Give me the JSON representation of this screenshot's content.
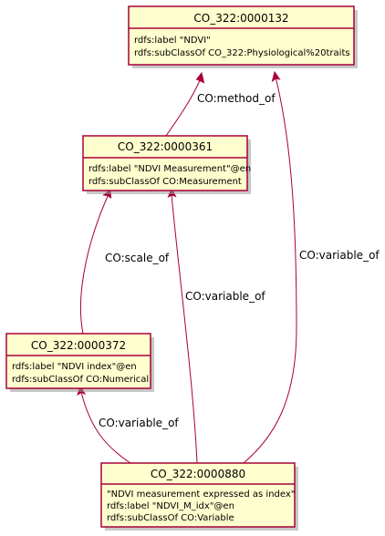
{
  "nodes": {
    "n132": {
      "title": "CO_322:0000132",
      "fields": [
        "rdfs:label \"NDVI\"",
        "rdfs:subClassOf CO_322:Physiological%20traits"
      ]
    },
    "n361": {
      "title": "CO_322:0000361",
      "fields": [
        "rdfs:label \"NDVI Measurement\"@en",
        "rdfs:subClassOf CO:Measurement"
      ]
    },
    "n372": {
      "title": "CO_322:0000372",
      "fields": [
        "rdfs:label \"NDVI index\"@en",
        "rdfs:subClassOf CO:Numerical"
      ]
    },
    "n880": {
      "title": "CO_322:0000880",
      "fields": [
        "\"NDVI measurement expressed as index\"",
        "rdfs:label \"NDVI_M_idx\"@en",
        "rdfs:subClassOf CO:Variable"
      ]
    }
  },
  "edges": {
    "e1": {
      "label": "CO:method_of",
      "from": "CO_322:0000361",
      "to": "CO_322:0000132"
    },
    "e2": {
      "label": "CO:scale_of",
      "from": "CO_322:0000372",
      "to": "CO_322:0000361"
    },
    "e3": {
      "label": "CO:variable_of",
      "from": "CO_322:0000880",
      "to": "CO_322:0000361"
    },
    "e4": {
      "label": "CO:variable_of",
      "from": "CO_322:0000880",
      "to": "CO_322:0000132"
    },
    "e5": {
      "label": "CO:variable_of",
      "from": "CO_322:0000880",
      "to": "CO_322:0000372"
    }
  },
  "colors": {
    "node_fill": "#FEFECE",
    "node_border": "#A80036",
    "edge": "#A80036"
  }
}
